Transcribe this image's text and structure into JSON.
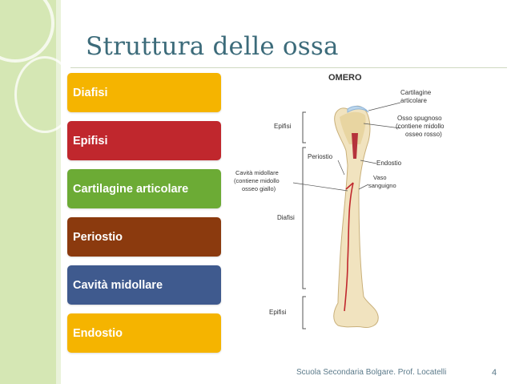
{
  "slide": {
    "title": "Struttura delle ossa",
    "footer_text": "Scuola Secondaria Bolgare. Prof. Locatelli",
    "page_number": "4"
  },
  "list": {
    "items": [
      {
        "label": "Diafisi",
        "color": "#f5b400"
      },
      {
        "label": "Epifisi",
        "color": "#c0272d"
      },
      {
        "label": "Cartilagine articolare",
        "color": "#6cab35"
      },
      {
        "label": "Periostio",
        "color": "#8b3a0e"
      },
      {
        "label": "Cavità midollare",
        "color": "#3f5a8e"
      },
      {
        "label": "Endostio",
        "color": "#f5b400"
      }
    ]
  },
  "diagram": {
    "title": "OMERO",
    "labels": {
      "cartilagine_1": "Cartilagine",
      "cartilagine_2": "articolare",
      "spugnoso_1": "Osso spugnoso",
      "spugnoso_2": "(contiene midollo",
      "spugnoso_3": "osseo  rosso)",
      "epifisi_top": "Epifisi",
      "periostio": "Periostio",
      "endostio": "Endostio",
      "cavita_1": "Cavità midollare",
      "cavita_2": "(contiene midollo",
      "cavita_3": "osseo giallo)",
      "vaso_1": "Vaso",
      "vaso_2": "sanguigno",
      "diafisi": "Diafisi",
      "epifisi_bottom": "Epifisi"
    }
  }
}
